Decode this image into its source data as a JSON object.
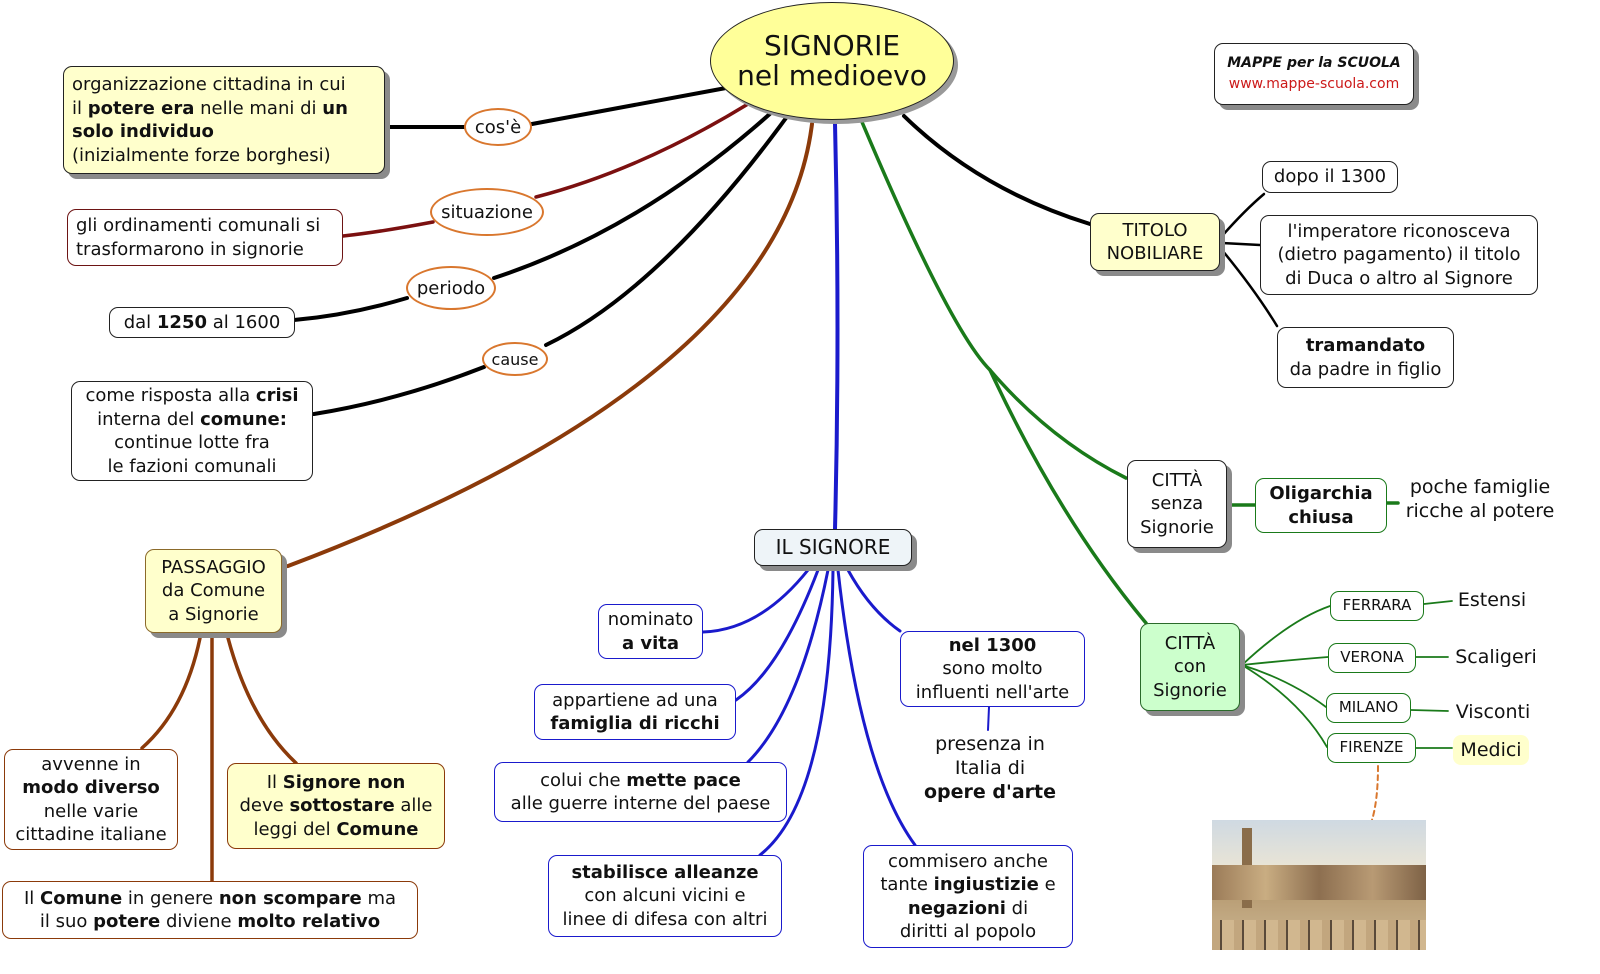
{
  "title": {
    "line1": "SIGNORIE",
    "line2": "nel medioevo"
  },
  "logo": {
    "name": "MAPPE per la SCUOLA",
    "url": "www.mappe-scuola.com"
  },
  "colors": {
    "yellow": "#ffffcc",
    "title_fill": "#ffff99",
    "blue": "#1a1acc",
    "green": "#1a7a1a",
    "brown": "#8b3a0a",
    "darkred": "#7b1010",
    "orange": "#d9772e"
  },
  "nodes": {
    "cose_def": [
      [
        [
          "organizzazione cittadina in cui",
          0
        ]
      ],
      [
        [
          "il ",
          0
        ],
        [
          "potere era",
          1
        ],
        [
          " nelle mani di ",
          0
        ],
        [
          "un",
          1
        ]
      ],
      [
        [
          "solo individuo",
          1
        ]
      ],
      [
        [
          "(inizialmente forze borghesi)",
          0
        ]
      ]
    ],
    "ordinamenti": [
      [
        [
          "gli ordinamenti comunali si",
          0
        ]
      ],
      [
        [
          "trasformarono in signorie",
          0
        ]
      ]
    ],
    "periodo_val": [
      [
        [
          "dal ",
          0
        ],
        [
          "1250",
          1
        ],
        [
          " al 1600",
          0
        ]
      ]
    ],
    "cause_val": [
      [
        [
          "come risposta alla ",
          0
        ],
        [
          "crisi",
          1
        ]
      ],
      [
        [
          "interna del ",
          0
        ],
        [
          "comune:",
          1
        ]
      ],
      [
        [
          "continue lotte fra",
          0
        ]
      ],
      [
        [
          "le fazioni comunali",
          0
        ]
      ]
    ],
    "passaggio": [
      [
        [
          "PASSAGGIO",
          0
        ]
      ],
      [
        [
          "da Comune",
          0
        ]
      ],
      [
        [
          "a Signorie",
          0
        ]
      ]
    ],
    "avvenne": [
      [
        [
          "avvenne in",
          0
        ]
      ],
      [
        [
          "modo diverso",
          1
        ]
      ],
      [
        [
          "nelle varie",
          0
        ]
      ],
      [
        [
          "cittadine italiane",
          0
        ]
      ]
    ],
    "signore_non": [
      [
        [
          "Il ",
          0
        ],
        [
          "Signore non",
          1
        ]
      ],
      [
        [
          "deve ",
          0
        ],
        [
          "sottostare",
          1
        ],
        [
          " alle",
          0
        ]
      ],
      [
        [
          "leggi del ",
          0
        ],
        [
          "Comune",
          1
        ]
      ]
    ],
    "comune": [
      [
        [
          "Il ",
          0
        ],
        [
          "Comune",
          1
        ],
        [
          " in genere ",
          0
        ],
        [
          "non scompare",
          1
        ],
        [
          " ma",
          0
        ]
      ],
      [
        [
          "il suo ",
          0
        ],
        [
          "potere",
          1
        ],
        [
          " diviene ",
          0
        ],
        [
          "molto relativo",
          1
        ]
      ]
    ],
    "il_signore": [
      [
        [
          "IL SIGNORE",
          0
        ]
      ]
    ],
    "nominato": [
      [
        [
          "nominato",
          0
        ]
      ],
      [
        [
          "a vita",
          1
        ]
      ]
    ],
    "appartiene": [
      [
        [
          "appartiene ad una",
          0
        ]
      ],
      [
        [
          "famiglia di ricchi",
          1
        ]
      ]
    ],
    "colui": [
      [
        [
          "colui che ",
          0
        ],
        [
          "mette pace",
          1
        ]
      ],
      [
        [
          "alle guerre interne del paese",
          0
        ]
      ]
    ],
    "stabilisce": [
      [
        [
          "stabilisce alleanze",
          1
        ]
      ],
      [
        [
          "con alcuni vicini e",
          0
        ]
      ],
      [
        [
          "linee di difesa con altri",
          0
        ]
      ]
    ],
    "nel1300": [
      [
        [
          "nel 1300",
          1
        ]
      ],
      [
        [
          "sono molto",
          0
        ]
      ],
      [
        [
          "influenti nell'arte",
          0
        ]
      ]
    ],
    "presenza": [
      [
        [
          "presenza in",
          0
        ]
      ],
      [
        [
          "Italia di",
          0
        ]
      ],
      [
        [
          "opere d'arte",
          1
        ]
      ]
    ],
    "commisero": [
      [
        [
          "commisero anche",
          0
        ]
      ],
      [
        [
          "tante ",
          0
        ],
        [
          "ingiustizie",
          1
        ],
        [
          " e",
          0
        ]
      ],
      [
        [
          "negazioni",
          1
        ],
        [
          " di",
          0
        ]
      ],
      [
        [
          "diritti al popolo",
          0
        ]
      ]
    ],
    "titolo": [
      [
        [
          "TITOLO",
          0
        ]
      ],
      [
        [
          "NOBILIARE",
          0
        ]
      ]
    ],
    "dopo": [
      [
        [
          "dopo il 1300",
          0
        ]
      ]
    ],
    "imperatore": [
      [
        [
          "l'imperatore riconosceva",
          0
        ]
      ],
      [
        [
          "(dietro pagamento) il titolo",
          0
        ]
      ],
      [
        [
          "di Duca o altro al Signore",
          0
        ]
      ]
    ],
    "tramandato": [
      [
        [
          "tramandato",
          1
        ]
      ],
      [
        [
          "da padre in figlio",
          0
        ]
      ]
    ],
    "senza": [
      [
        [
          "CITTÀ",
          0
        ]
      ],
      [
        [
          "senza",
          0
        ]
      ],
      [
        [
          "Signorie",
          0
        ]
      ]
    ],
    "oligarchia": [
      [
        [
          "Oligarchia",
          1
        ]
      ],
      [
        [
          "chiusa",
          1
        ]
      ]
    ],
    "poche": [
      [
        [
          "poche famiglie",
          0
        ]
      ],
      [
        [
          "ricche al potere",
          0
        ]
      ]
    ],
    "con": [
      [
        [
          "CITTÀ",
          0
        ]
      ],
      [
        [
          "con",
          0
        ]
      ],
      [
        [
          "Signorie",
          0
        ]
      ]
    ],
    "ferrara": [
      [
        [
          "FERRARA",
          0
        ]
      ]
    ],
    "verona": [
      [
        [
          "VERONA",
          0
        ]
      ]
    ],
    "milano": [
      [
        [
          "MILANO",
          0
        ]
      ]
    ],
    "firenze": [
      [
        [
          "FIRENZE",
          0
        ]
      ]
    ],
    "estensi": [
      [
        [
          "Estensi",
          0
        ]
      ]
    ],
    "scaligeri": [
      [
        [
          "Scaligeri",
          0
        ]
      ]
    ],
    "visconti": [
      [
        [
          "Visconti",
          0
        ]
      ]
    ],
    "medici": [
      [
        [
          "Medici",
          0
        ]
      ]
    ]
  },
  "labels": {
    "cose": "cos'è",
    "situazione": "situazione",
    "periodo": "periodo",
    "cause": "cause"
  }
}
